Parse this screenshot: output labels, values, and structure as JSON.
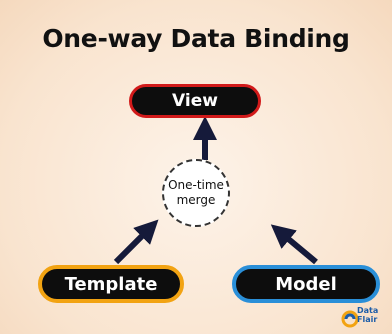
{
  "title": "One-way Data Binding",
  "nodes": {
    "view": "View",
    "template": "Template",
    "model": "Model"
  },
  "merge": {
    "line1": "One-time",
    "line2": "merge"
  },
  "logo": {
    "line1": "Data",
    "line2": "Flair"
  },
  "colors": {
    "background": "#f9e4cf",
    "pill": "#0d0d0d",
    "view_border": "#d11a1a",
    "template_border": "#f2a312",
    "model_border": "#2a8fd8",
    "arrow": "#151a3a"
  }
}
